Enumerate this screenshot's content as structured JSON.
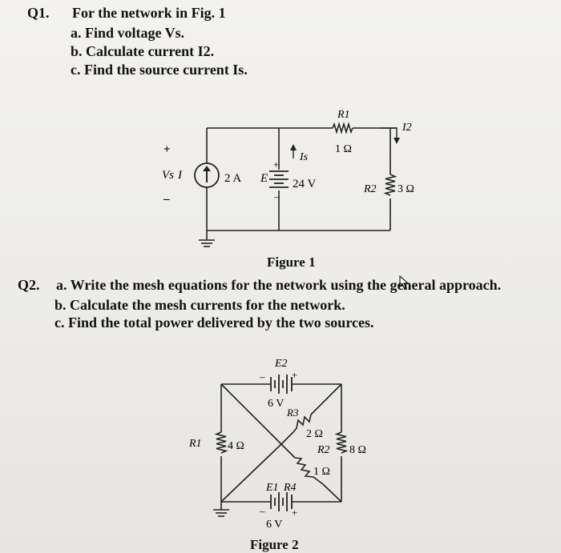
{
  "q1": {
    "number": "Q1.",
    "title": "For the network in Fig. 1",
    "items": [
      "a. Find voltage Vs.",
      "b. Calculate current I2.",
      "c. Find the source current Is."
    ]
  },
  "figure1": {
    "caption": "Figure 1",
    "labels": {
      "vs_plus": "+",
      "vs": "Vs",
      "vs_minus": "–",
      "i_symbol": "I",
      "current_source": "2 A",
      "e": "E",
      "battery_plus": "+",
      "battery_minus": "–",
      "battery_value": "24 V",
      "is": "Is",
      "r1": "R1",
      "r1_value": "1 Ω",
      "i2": "I2",
      "r2": "R2",
      "r2_value": "3 Ω"
    }
  },
  "q2": {
    "number": "Q2.",
    "title": "a. Write the mesh equations for the network using the general approach.",
    "items": [
      "b. Calculate the mesh currents for the network.",
      "c. Find the total power delivered by the two sources."
    ]
  },
  "figure2": {
    "caption": "Figure 2",
    "labels": {
      "e2": "E2",
      "e2_minus": "–",
      "e2_plus": "+",
      "e2_value": "6 V",
      "r3": "R3",
      "r3_value": "2 Ω",
      "r1": "R1",
      "r1_value": "4 Ω",
      "r2": "R2",
      "r2_value": "8 Ω",
      "r4_value": "1 Ω",
      "e1": "E1",
      "r4": "R4",
      "e1_minus": "–",
      "e1_plus": "+",
      "e1_value": "6 V"
    }
  }
}
